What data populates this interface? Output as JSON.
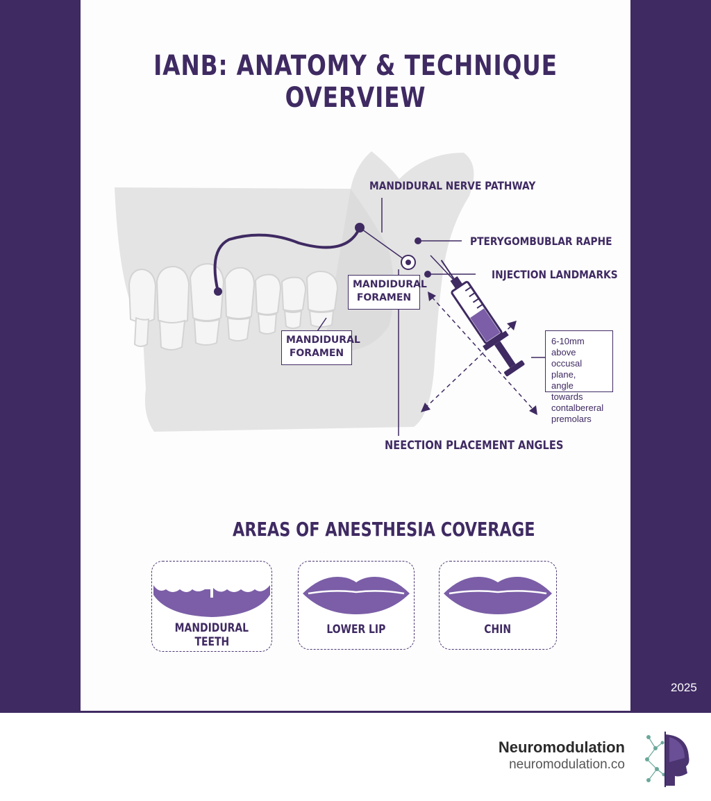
{
  "title": "IANB: ANATOMY & TECHNIQUE OVERVIEW",
  "labels": {
    "nerve_pathway": "MANDIDURAL NERVE PATHWAY",
    "raphe": "PTERYGOMBUBLAR RAPHE",
    "landmarks": "INJECTION LANDMARKS",
    "foramen_upper_line1": "MANDIDURAL",
    "foramen_upper_line2": "FORAMEN",
    "foramen_lower_line1": "MANDIDURAL",
    "foramen_lower_line2": "FORAMEN",
    "angles": "NEECTION PLACEMENT ANGLES"
  },
  "note": {
    "line1": "6-10mm above",
    "line2": "occusal plane,",
    "line3": "angle towards",
    "line4": "contalbereral",
    "line5": "premolars"
  },
  "coverage": {
    "title": "AREAS OF ANESTHESIA COVERAGE",
    "cards": [
      {
        "line1": "MANDIDURAL",
        "line2": "TEETH"
      },
      {
        "line1": "LOWER LIP",
        "line2": ""
      },
      {
        "line1": "CHIN",
        "line2": ""
      }
    ]
  },
  "year": "2025",
  "brand": {
    "name": "Neuromodulation",
    "url": "neuromodulation.co"
  },
  "colors": {
    "primary": "#3f2a62",
    "accent": "#7b5ea7",
    "bone": "#e2e2e2"
  },
  "icons": {
    "syringe": "syringe-icon",
    "teeth": "teeth-icon",
    "lip": "lips-icon",
    "chin": "chin-icon",
    "logo": "brain-head-logo-icon"
  }
}
